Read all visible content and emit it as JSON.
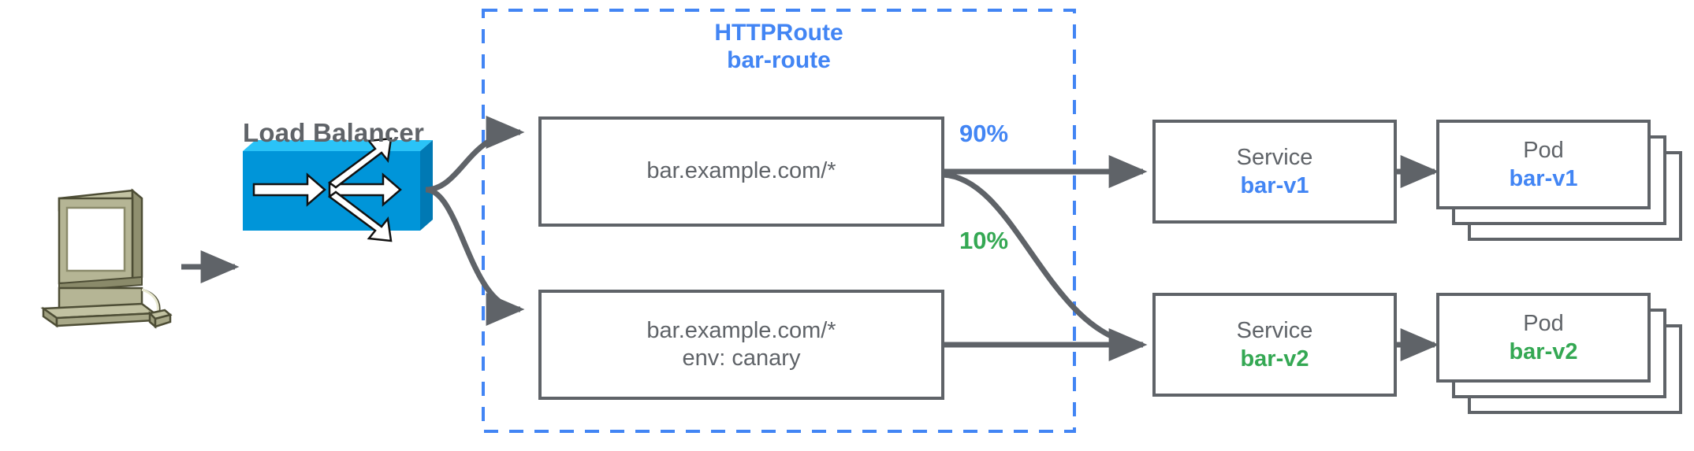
{
  "diagram": {
    "title_loadbalancer": "Load Balancer",
    "group": {
      "kind": "HTTPRoute",
      "name": "bar-route",
      "color": "#4285f4"
    },
    "client": {
      "icon": "desktop-computer-icon"
    },
    "router": {
      "icon": "load-balancer-icon"
    },
    "rules": [
      {
        "id": "rule-primary",
        "match": "bar.example.com/*",
        "extra": ""
      },
      {
        "id": "rule-canary",
        "match": "bar.example.com/*",
        "extra": "env: canary"
      }
    ],
    "weights": [
      {
        "id": "weight-90",
        "label": "90%",
        "color": "#4285f4"
      },
      {
        "id": "weight-10",
        "label": "10%",
        "color": "#34a853"
      }
    ],
    "services": [
      {
        "id": "service-bar-v1",
        "kind": "Service",
        "name": "bar-v1",
        "color": "#4285f4"
      },
      {
        "id": "service-bar-v2",
        "kind": "Service",
        "name": "bar-v2",
        "color": "#34a853"
      }
    ],
    "pods": [
      {
        "id": "pod-bar-v1",
        "kind": "Pod",
        "name": "bar-v1",
        "color": "#4285f4",
        "replicas": 3
      },
      {
        "id": "pod-bar-v2",
        "kind": "Pod",
        "name": "bar-v2",
        "color": "#34a853",
        "replicas": 3
      }
    ],
    "colors": {
      "stroke": "#5f6368",
      "blue": "#4285f4",
      "green": "#34a853",
      "router_top": "#00aeef",
      "router_front": "#0095d9",
      "router_side": "#0077b0",
      "computer_body": "#a8a888",
      "computer_light": "#c4c4a4",
      "computer_dark": "#8a8a6a"
    }
  }
}
